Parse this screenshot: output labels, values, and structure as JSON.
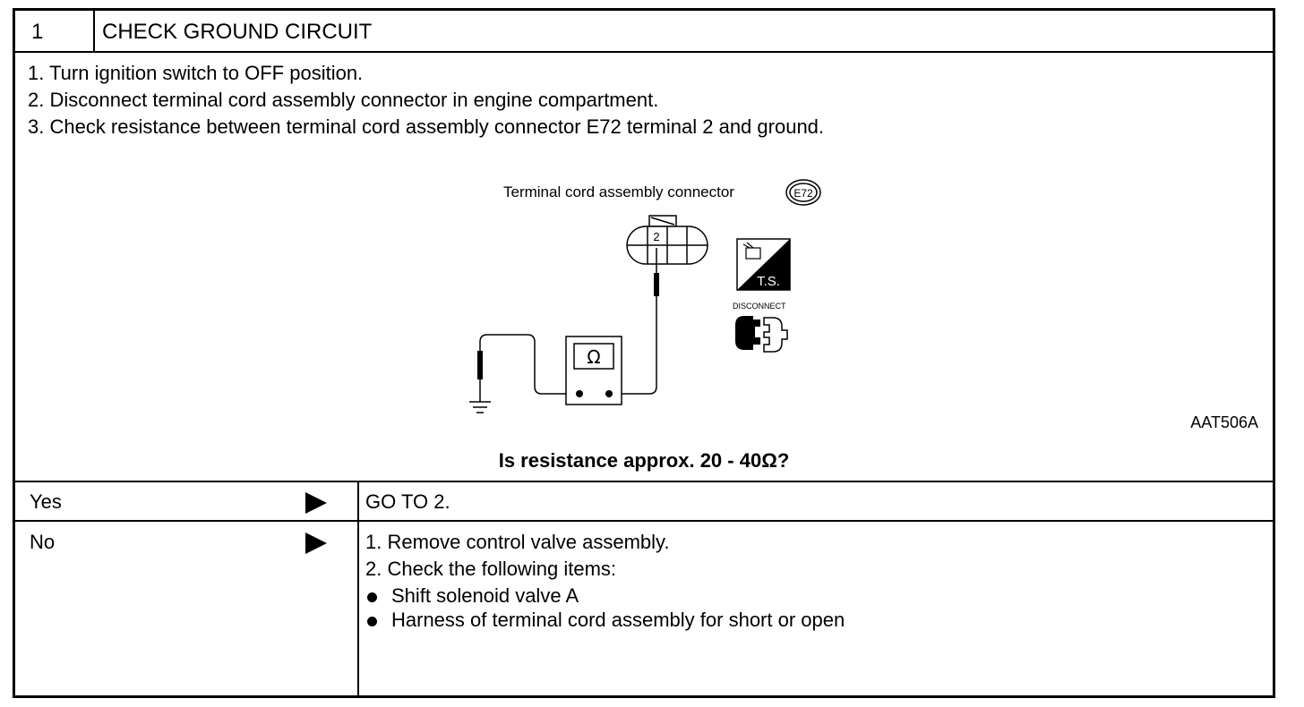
{
  "step": {
    "number": "1",
    "title": "CHECK GROUND CIRCUIT"
  },
  "instructions": [
    "1.  Turn ignition switch to OFF position.",
    "2.  Disconnect terminal cord assembly connector in engine compartment.",
    "3.  Check resistance between terminal cord assembly connector E72 terminal 2 and ground."
  ],
  "figure": {
    "connector_label": "Terminal cord assembly connector",
    "connector_id": "E72",
    "terminal_number": "2",
    "meter_symbol": "Ω",
    "ts_label": "T.S.",
    "disconnect_label": "DISCONNECT",
    "figure_id": "AAT506A"
  },
  "question": "Is resistance approx. 20 - 40Ω?",
  "answers": {
    "yes": {
      "label": "Yes",
      "text": "GO TO 2."
    },
    "no": {
      "label": "No",
      "lines": [
        "1.  Remove control valve assembly.",
        "2.  Check the following items:"
      ],
      "bullets": [
        "Shift solenoid valve A",
        "Harness of terminal cord assembly for short or open"
      ]
    }
  }
}
